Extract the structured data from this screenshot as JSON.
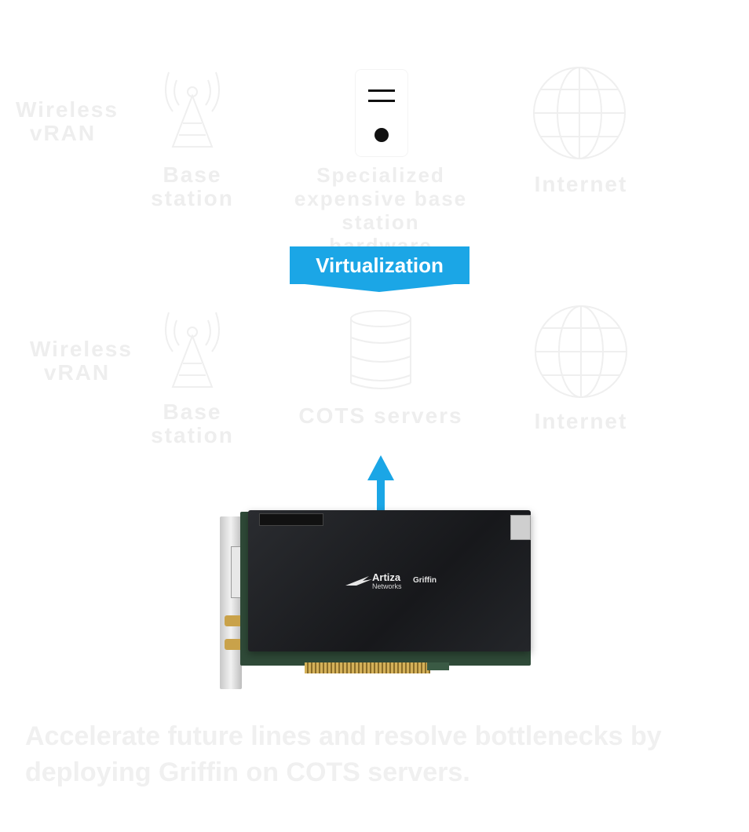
{
  "top_row": {
    "wireless_label": "Wireless\nvRAN",
    "tower_label": "Base\nstation",
    "dedicated_label": "Specialized\nexpensive base station\nhardware",
    "internet_label": "Internet"
  },
  "virtualization_label": "Virtualization",
  "bottom_row": {
    "wireless_label": "Wireless\nvRAN",
    "tower_label": "Base\nstation",
    "server_label": "COTS servers",
    "internet_label": "Internet"
  },
  "card": {
    "brand": "Artiza",
    "brand_sub": "Networks",
    "product": "Griffin"
  },
  "caption": "Accelerate future lines and resolve bottlenecks by deploying Griffin on COTS servers.",
  "colors": {
    "accent": "#1ba6e6",
    "ghost": "#eeeeee",
    "card": "#1e1f22"
  }
}
